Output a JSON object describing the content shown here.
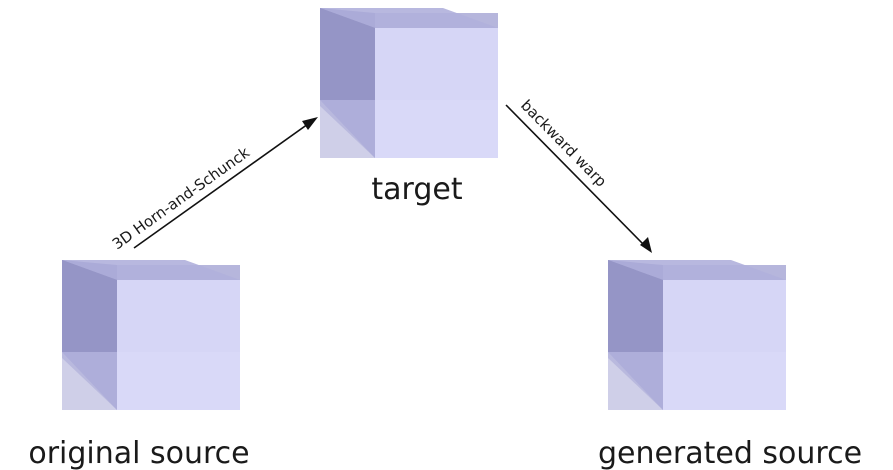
{
  "nodes": {
    "target": {
      "label": "target"
    },
    "original_source": {
      "label": "original source"
    },
    "generated_source": {
      "label": "generated source"
    }
  },
  "edges": {
    "horn_schunck": {
      "label": "3D Horn-and-Schunck"
    },
    "backward_warp": {
      "label": "backward warp"
    }
  },
  "colors": {
    "cube_dark": "#7f7fb4",
    "cube_light": "#dcdcfa",
    "arrow": "#111111"
  }
}
